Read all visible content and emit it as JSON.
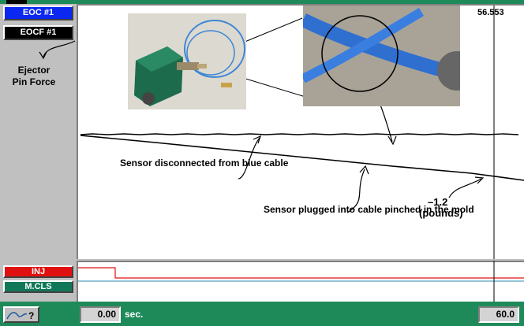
{
  "channels": {
    "eoc_label": "EOC #1",
    "eocf_label": "EOCF #1",
    "force_label": "Ejector Pin Force"
  },
  "plot": {
    "cursor_readout": "56.553"
  },
  "annotations": {
    "disconnected": "Sensor disconnected from blue cable",
    "pinched": "Sensor plugged into cable pinched in the mold",
    "value": "–1.2",
    "value_unit": "(pounds)"
  },
  "lower_channels": {
    "inj_label": "INJ",
    "mcls_label": "M.CLS"
  },
  "footer": {
    "start_time": "0.00",
    "time_unit": "sec.",
    "end_time": "60.0",
    "help_icon": "chart-help-icon"
  },
  "colors": {
    "green_bar": "#1e8a5a",
    "eoc_blue": "#0a28f0",
    "inj_red": "#e01010",
    "mcls_green": "#107858"
  }
}
